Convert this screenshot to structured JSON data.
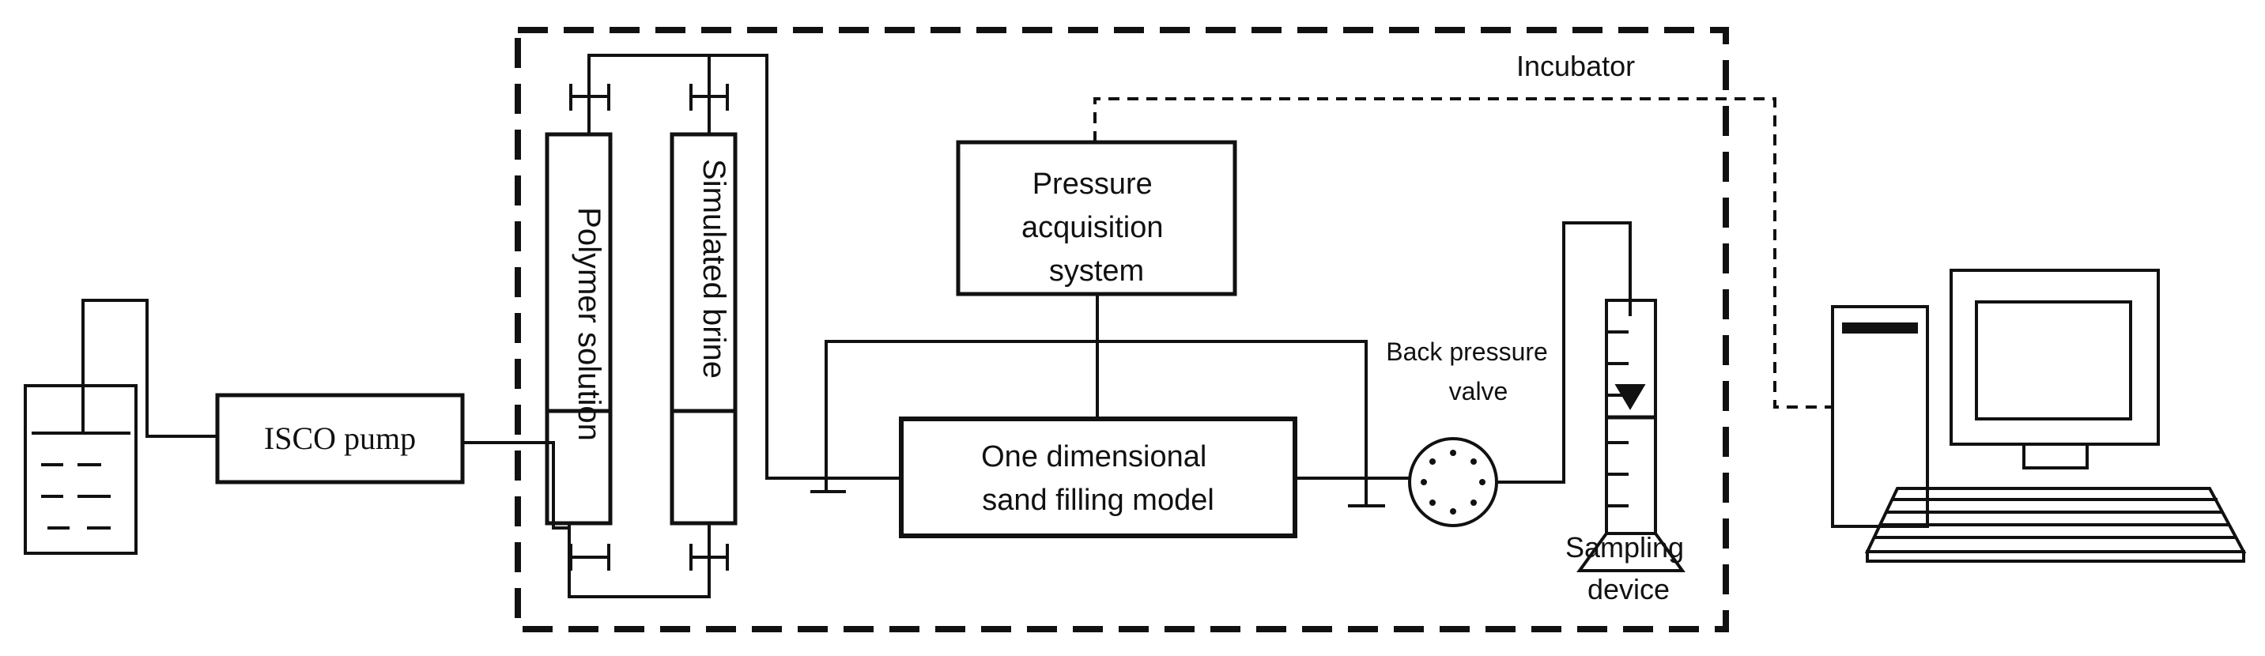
{
  "figure": {
    "colors": {
      "line": "#111111",
      "background": "#ffffff"
    },
    "incubator_label": "Incubator",
    "isco_pump_label": "ISCO pump",
    "polymer_solution_label": "Polymer solution",
    "simulated_brine_label": "Simulated brine",
    "pressure_acquisition_lines": [
      "Pressure",
      "acquisition",
      "system"
    ],
    "sand_model_lines": [
      "One dimensional",
      "sand filling model"
    ],
    "back_pressure_valve_lines": [
      "Back pressure",
      "valve"
    ],
    "sampling_device_lines": [
      "Sampling",
      "device"
    ]
  }
}
